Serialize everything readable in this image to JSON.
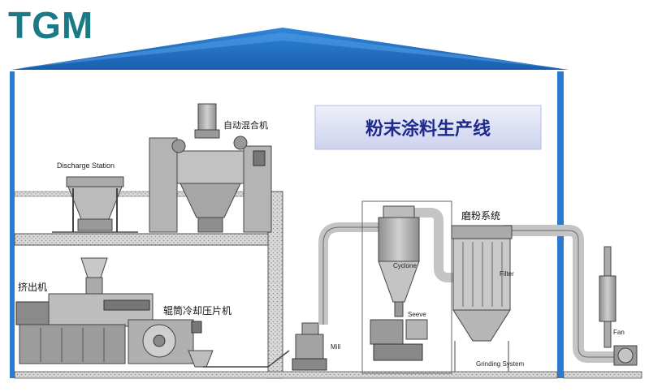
{
  "logo": "TGM",
  "banner": "粉末涂料生产线",
  "labels": {
    "discharge_station": "Discharge Station",
    "auto_mixer": "自动混合机",
    "extruder": "挤出机",
    "cooling_crusher": "辊筒冷却压片机",
    "mill": "Mill",
    "cyclone": "Cyclone",
    "seeve": "Seeve",
    "grinding_system_cn": "磨粉系统",
    "filter": "Filter",
    "grinding_system": "Grinding System",
    "fan": "Fan"
  },
  "colors": {
    "roof": "#1f6fc4",
    "wall": "#2a7ad2",
    "brand": "#1a7a86",
    "banner_bg": "#dcdff2",
    "banner_text": "#1d2a8c",
    "machine": "#9a9a9a",
    "pipe": "#b8b8b8"
  }
}
